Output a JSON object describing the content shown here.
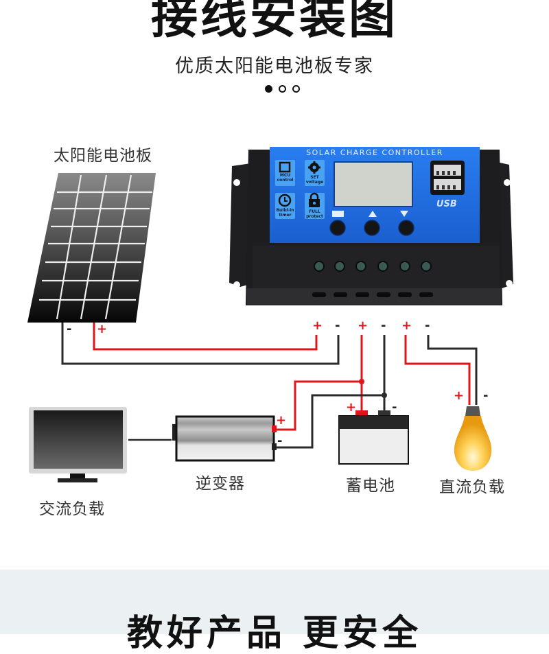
{
  "header": {
    "title": "接线安装图",
    "subtitle": "优质太阳能电池板专家",
    "carousel": {
      "total": 3,
      "active_index": 0
    }
  },
  "components": {
    "solar_panel": {
      "label": "太阳能电池板",
      "negative": "-",
      "positive": "+"
    },
    "ac_load": {
      "label": "交流负载"
    },
    "inverter": {
      "label": "逆变器",
      "positive": "+",
      "negative": "-"
    },
    "battery": {
      "label": "蓄电池",
      "positive": "+",
      "negative": "-"
    },
    "dc_load": {
      "label": "直流负载",
      "positive": "+",
      "negative": "-"
    }
  },
  "controller": {
    "brand_text": "SOLAR CHARGE CONTROLLER",
    "features": [
      {
        "icon": "chip-icon",
        "line1": "MCU",
        "line2": "control"
      },
      {
        "icon": "gear-icon",
        "line1": "SET",
        "line2": "voltage"
      },
      {
        "icon": "clock-icon",
        "line1": "Build-in",
        "line2": "timer"
      },
      {
        "icon": "lock-icon",
        "line1": "FULL",
        "line2": "protect"
      }
    ],
    "usb_label": "USB",
    "terminals": [
      "+",
      "-",
      "+",
      "-",
      "+",
      "-"
    ],
    "colors": {
      "face": "#1e6fe0",
      "body": "#1d1d1f"
    }
  },
  "wire_colors": {
    "positive": "#e0141b",
    "negative": "#2a2a2a"
  },
  "footer": {
    "title": "教好产品 更安全"
  }
}
